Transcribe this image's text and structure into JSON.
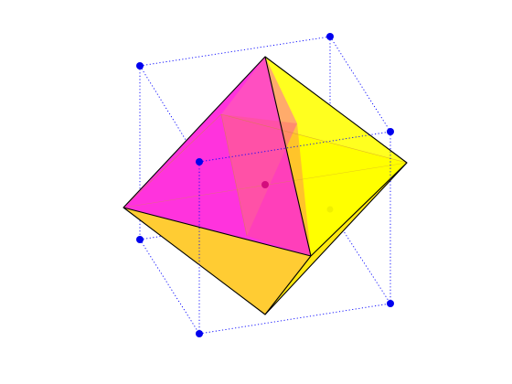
{
  "figure": {
    "subject": "octahedron-inscribed-in-cube",
    "colors": {
      "background": "#ffffff",
      "magenta": "#ff22dd",
      "magenta_light": "#ff44cc",
      "magenta_overlay": "#ff5aa8",
      "yellow": "#ffff00",
      "yellow_dark": "#ffdd11",
      "yellow_orange": "#ffcc33",
      "cube_edges": "#0000ff",
      "cube_vertices": "#0000ee",
      "face_centers": "#cc0077",
      "outline": "#000000"
    },
    "cube": {
      "vertex_count": 8,
      "edge_style": "dotted"
    },
    "octahedron": {
      "vertex_count": 6,
      "face_count": 8
    }
  }
}
